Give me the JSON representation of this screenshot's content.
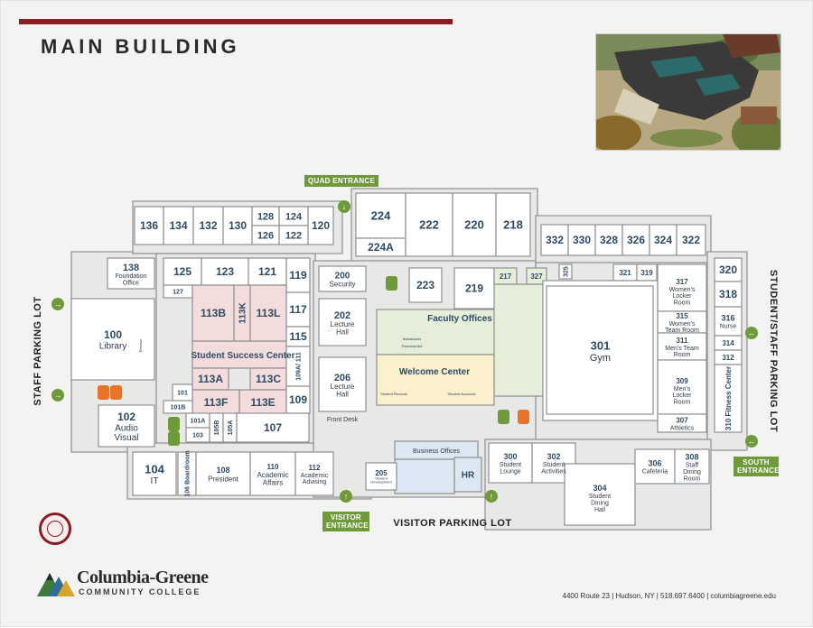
{
  "header": {
    "title": "MAIN BUILDING"
  },
  "entrances": {
    "quad": "QUAD ENTRANCE",
    "visitor": "VISITOR ENTRANCE",
    "south": "SOUTH ENTRANCE"
  },
  "lots": {
    "staff": "STAFF PARKING LOT",
    "student_staff": "STUDENT/STAFF PARKING LOT",
    "visitor": "VISITOR PARKING LOT"
  },
  "zones": {
    "student_success": "Student Success Center",
    "faculty_offices": "Faculty Offices",
    "welcome_center": "Welcome Center",
    "business_offices": "Business Offices"
  },
  "rooms": [
    {
      "id": "136",
      "label": "136"
    },
    {
      "id": "134",
      "label": "134"
    },
    {
      "id": "132",
      "label": "132"
    },
    {
      "id": "130",
      "label": "130"
    },
    {
      "id": "128",
      "label": "128"
    },
    {
      "id": "126",
      "label": "126"
    },
    {
      "id": "124",
      "label": "124"
    },
    {
      "id": "122",
      "label": "122"
    },
    {
      "id": "120",
      "label": "120"
    },
    {
      "id": "224",
      "label": "224"
    },
    {
      "id": "224A",
      "label": "224A"
    },
    {
      "id": "222",
      "label": "222"
    },
    {
      "id": "220",
      "label": "220"
    },
    {
      "id": "218",
      "label": "218"
    },
    {
      "id": "332",
      "label": "332"
    },
    {
      "id": "330",
      "label": "330"
    },
    {
      "id": "328",
      "label": "328"
    },
    {
      "id": "326",
      "label": "326"
    },
    {
      "id": "324",
      "label": "324"
    },
    {
      "id": "322",
      "label": "322"
    },
    {
      "id": "138",
      "label": "138",
      "sub": "Foundation Office"
    },
    {
      "id": "125",
      "label": "125"
    },
    {
      "id": "123",
      "label": "123"
    },
    {
      "id": "121",
      "label": "121"
    },
    {
      "id": "119",
      "label": "119"
    },
    {
      "id": "127",
      "label": "127"
    },
    {
      "id": "117",
      "label": "117"
    },
    {
      "id": "115",
      "label": "115"
    },
    {
      "id": "113B",
      "label": "113B"
    },
    {
      "id": "113K",
      "label": "113K"
    },
    {
      "id": "113L",
      "label": "113L"
    },
    {
      "id": "113A",
      "label": "113A"
    },
    {
      "id": "113C",
      "label": "113C"
    },
    {
      "id": "113F",
      "label": "113F"
    },
    {
      "id": "113E",
      "label": "113E"
    },
    {
      "id": "109A",
      "label": "109A/ 111"
    },
    {
      "id": "109",
      "label": "109"
    },
    {
      "id": "101",
      "label": "101"
    },
    {
      "id": "101B",
      "label": "101B"
    },
    {
      "id": "101A",
      "label": "101A"
    },
    {
      "id": "103",
      "label": "103"
    },
    {
      "id": "105B",
      "label": "105B"
    },
    {
      "id": "105A",
      "label": "105A"
    },
    {
      "id": "107",
      "label": "107"
    },
    {
      "id": "100",
      "label": "100",
      "sub": "Library"
    },
    {
      "id": "102",
      "label": "102",
      "sub": "Audio Visual"
    },
    {
      "id": "104",
      "label": "104",
      "sub": "IT"
    },
    {
      "id": "106",
      "label": "106",
      "sub": "Boardroom"
    },
    {
      "id": "108",
      "label": "108",
      "sub": "President"
    },
    {
      "id": "110",
      "label": "110",
      "sub": "Academic Affairs"
    },
    {
      "id": "112",
      "label": "112",
      "sub": "Academic Advising"
    },
    {
      "id": "200",
      "label": "200",
      "sub": "Security"
    },
    {
      "id": "202",
      "label": "202",
      "sub": "Lecture Hall"
    },
    {
      "id": "206",
      "label": "206",
      "sub": "Lecture Hall"
    },
    {
      "id": "223",
      "label": "223"
    },
    {
      "id": "219",
      "label": "219"
    },
    {
      "id": "217",
      "label": "217"
    },
    {
      "id": "327",
      "label": "327"
    },
    {
      "id": "325",
      "label": "325"
    },
    {
      "id": "321",
      "label": "321"
    },
    {
      "id": "319",
      "label": "319"
    },
    {
      "id": "317",
      "label": "317",
      "sub": "Women's Locker Room"
    },
    {
      "id": "315",
      "label": "315",
      "sub": "Women's Team Room"
    },
    {
      "id": "311",
      "label": "311",
      "sub": "Men's Team Room"
    },
    {
      "id": "309",
      "label": "309",
      "sub": "Men's Locker Room"
    },
    {
      "id": "307",
      "label": "307",
      "sub": "Athletics"
    },
    {
      "id": "301",
      "label": "301",
      "sub": "Gym"
    },
    {
      "id": "320",
      "label": "320"
    },
    {
      "id": "318",
      "label": "318"
    },
    {
      "id": "316",
      "label": "316",
      "sub": "Nurse"
    },
    {
      "id": "314",
      "label": "314"
    },
    {
      "id": "312",
      "label": "312"
    },
    {
      "id": "310",
      "label": "310",
      "sub": "Fitness Center"
    },
    {
      "id": "300",
      "label": "300",
      "sub": "Student Lounge"
    },
    {
      "id": "302",
      "label": "302",
      "sub": "Student Activities"
    },
    {
      "id": "304",
      "label": "304",
      "sub": "Student Dining Hall"
    },
    {
      "id": "306",
      "label": "306",
      "sub": "Cafeteria"
    },
    {
      "id": "308",
      "label": "308",
      "sub": "Staff Dining Room"
    },
    {
      "id": "205",
      "label": "205",
      "sub": "Student Development"
    },
    {
      "id": "HR",
      "label": "HR"
    }
  ],
  "small_labels": {
    "front_desk": "Front Desk",
    "elevator": "Elevator",
    "admissions": "Admissions",
    "financial_aid": "Financial Aid",
    "student_records": "Student Records",
    "student_accounts": "Student Accounts"
  },
  "brand": {
    "name": "Columbia-Greene",
    "sub": "COMMUNITY COLLEGE"
  },
  "footer": "4400 Route 23  |  Hudson, NY  |  518.697.6400  |  columbiagreene.edu",
  "colors": {
    "accent": "#8a1c24",
    "green": "#6f9a3b",
    "room_label": "#2f4a63",
    "wall": "#8f8f8f",
    "success_fill": "#f2dcdc",
    "faculty_fill": "#e4eed9",
    "welcome_fill": "#faf0cc",
    "business_fill": "#dbe8f4"
  }
}
